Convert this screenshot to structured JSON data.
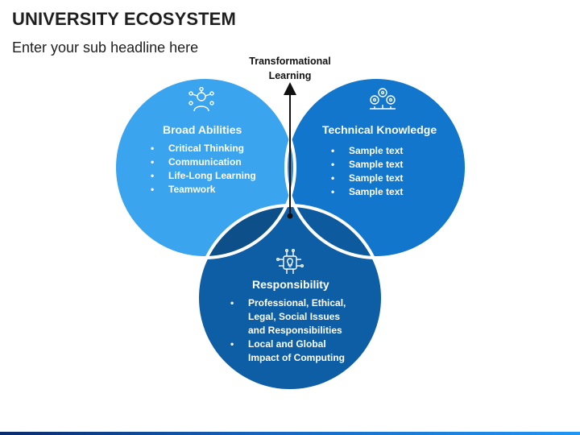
{
  "title": "UNIVERSITY ECOSYSTEM",
  "subtitle": "Enter your sub headline here",
  "arrow_label": "Transformational Learning",
  "colors": {
    "left_circle": "#3aa4ef",
    "right_circle": "#1176cc",
    "bottom_circle": "#0e5ea6",
    "overlap_top": "#2f8ad0",
    "overlap_left": "#0d4f88",
    "overlap_right": "#0e5a9e",
    "center": "#0a3a66",
    "outline": "#ffffff"
  },
  "circles": {
    "left": {
      "title": "Broad Abilities",
      "icon": "person-network-icon",
      "items": [
        "Critical Thinking",
        "Communication",
        "Life-Long Learning",
        "Teamwork"
      ]
    },
    "right": {
      "title": "Technical Knowledge",
      "icon": "gears-lightbulb-icon",
      "items": [
        "Sample text",
        "Sample text",
        "Sample text",
        "Sample text"
      ]
    },
    "bottom": {
      "title": "Responsibility",
      "icon": "chip-lightbulb-icon",
      "items": [
        "Professional, Ethical, Legal, Social Issues and Responsibilities",
        "Local and Global Impact of Computing"
      ]
    }
  }
}
